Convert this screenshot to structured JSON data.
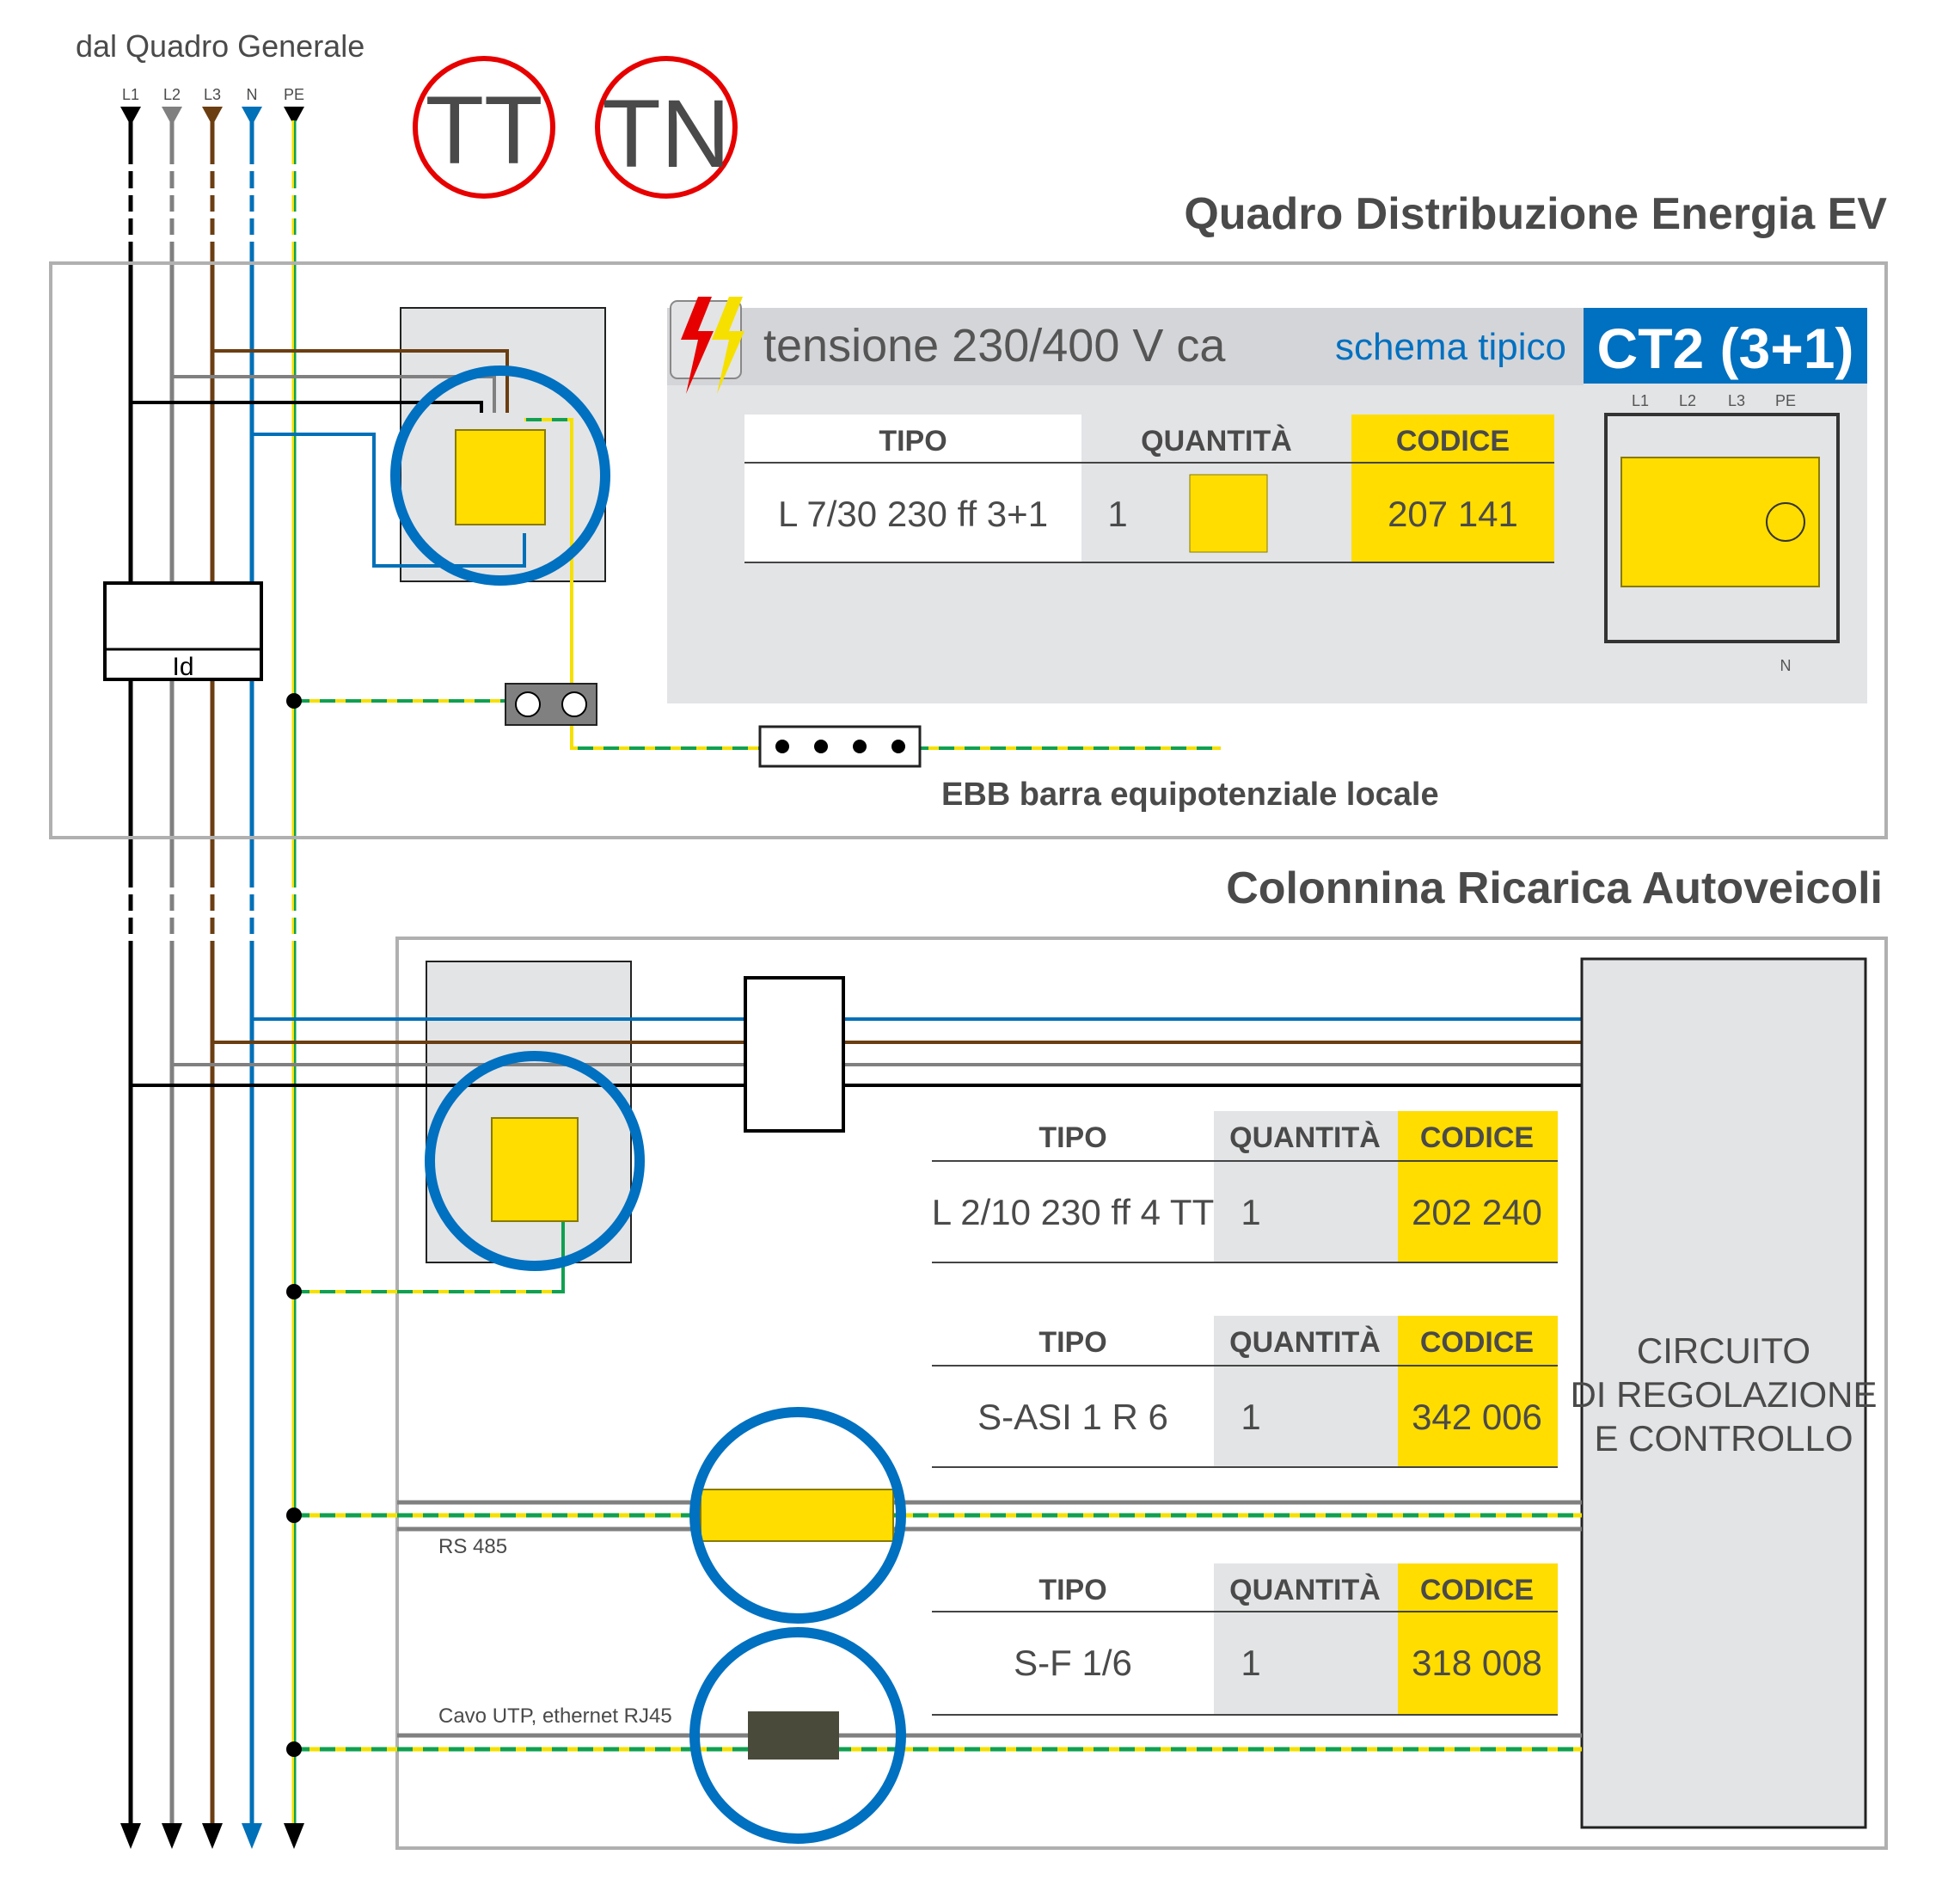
{
  "header": {
    "source_label": "dal Quadro Generale",
    "conductors": [
      "L1",
      "L2",
      "L3",
      "N",
      "PE"
    ],
    "system_badges": [
      "TT",
      "TN"
    ]
  },
  "colors": {
    "L1": "#000000",
    "L2": "#808080",
    "L3": "#6b3e12",
    "N": "#0070b8",
    "PE_green": "#10a050",
    "PE_yellow": "#f6e000",
    "badge_red": "#e60000",
    "accent_blue": "#0070c0",
    "product_yellow": "#ffdd00",
    "panel_gray": "#e3e4e6"
  },
  "distribution_board": {
    "title": "Quadro Distribuzione Energia EV",
    "rcd_label": "Id",
    "info_panel": {
      "voltage": "tensione 230/400 V ca",
      "schema_label": "schema tipico",
      "schema_code": "CT2 (3+1)",
      "table": {
        "headers": [
          "TIPO",
          "QUANTITÀ",
          "CODICE"
        ],
        "rows": [
          {
            "tipo": "L 7/30 230 ff 3+1",
            "quantita": "1",
            "codice": "207 141"
          }
        ]
      },
      "schematic_labels": {
        "top": [
          "L1",
          "L2",
          "L3",
          "PE"
        ],
        "bottom": "N"
      }
    },
    "ebb_label": "EBB barra equipotenziale locale"
  },
  "charging_station": {
    "title": "Colonnina Ricarica Autoveicoli",
    "control_box": [
      "CIRCUITO",
      "DI REGOLAZIONE",
      "E CONTROLLO"
    ],
    "tables": [
      {
        "headers": [
          "TIPO",
          "QUANTITÀ",
          "CODICE"
        ],
        "tipo": "L 2/10 230 ff 4 TT",
        "quantita": "1",
        "codice": "202 240"
      },
      {
        "headers": [
          "TIPO",
          "QUANTITÀ",
          "CODICE"
        ],
        "tipo": "S-ASI 1 R 6",
        "quantita": "1",
        "codice": "342 006"
      },
      {
        "headers": [
          "TIPO",
          "QUANTITÀ",
          "CODICE"
        ],
        "tipo": "S-F 1/6",
        "quantita": "1",
        "codice": "318 008"
      }
    ],
    "line_labels": {
      "rs485": "RS 485",
      "ethernet": "Cavo UTP, ethernet RJ45"
    }
  }
}
